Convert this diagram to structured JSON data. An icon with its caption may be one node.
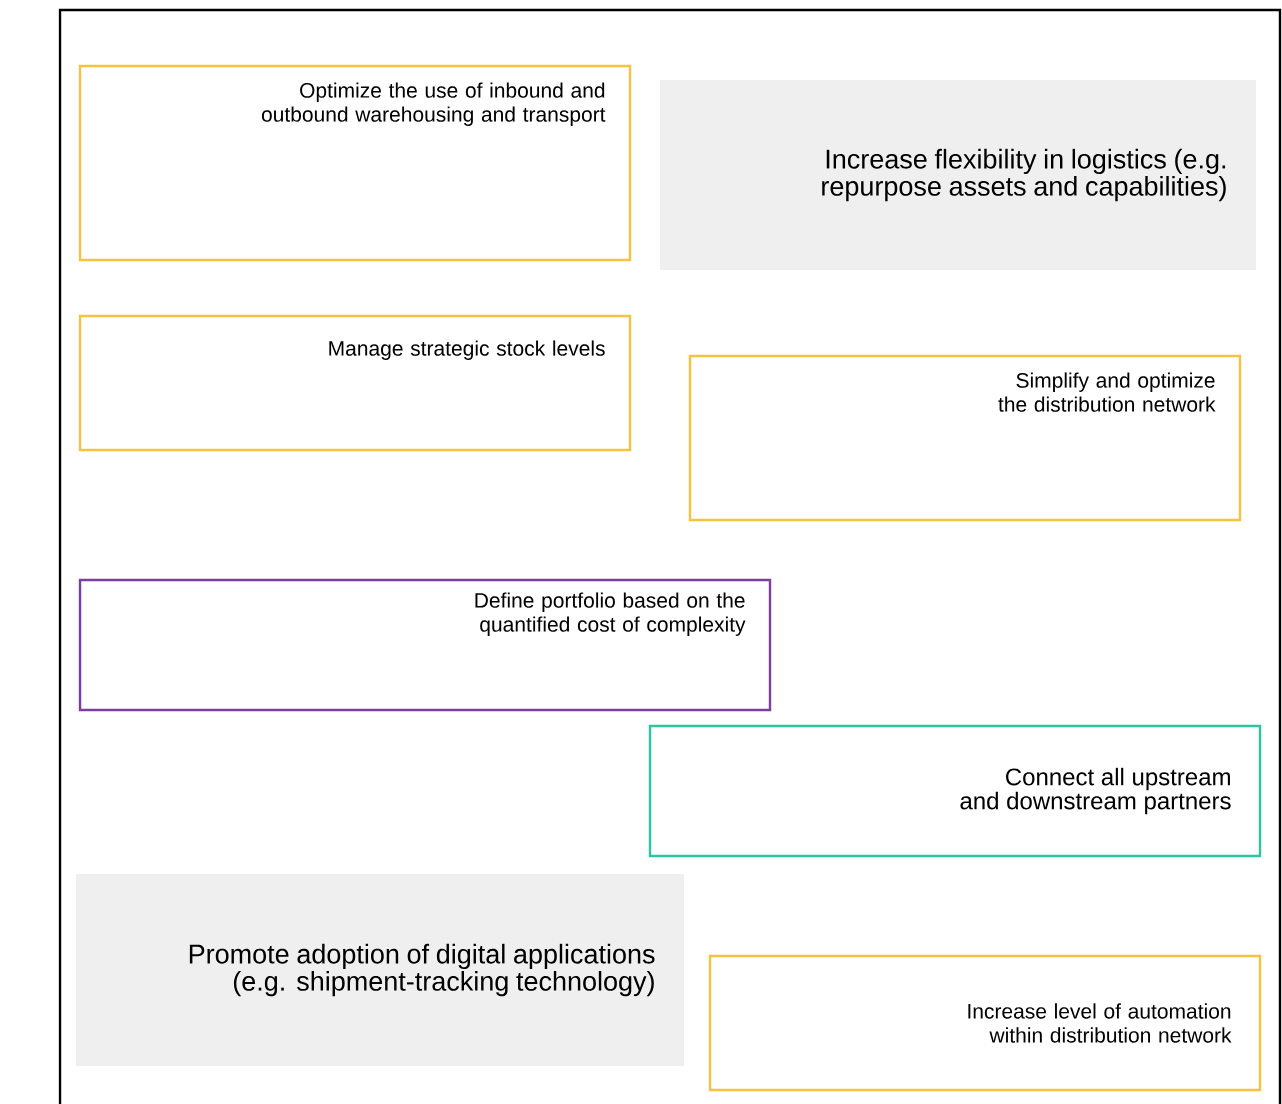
{
  "diagram": {
    "nodes": [
      {
        "text": [
          "Optimize the use of inbound and outbound warehousing and transport"
        ]
      },
      {
        "text": [
          "Increase flexibility in logistics (e.g. repurpose assets and capabilities)"
        ]
      },
      {
        "text": [
          "Manage strategic stock levels"
        ]
      },
      {
        "text": [
          "Simplify and optimize the distribution network"
        ]
      },
      {
        "text": [
          "Define portfolio based on the quantified cost of complexity"
        ]
      },
      {
        "text": [
          "Connect all upstream and downstream partners"
        ]
      },
      {
        "text": [
          "Promote adoption of digital applications (e.g. shipment-tracking technology)"
        ]
      },
      {
        "text": [
          "Increase level of automation within distribution network"
        ]
      }
    ]
  }
}
